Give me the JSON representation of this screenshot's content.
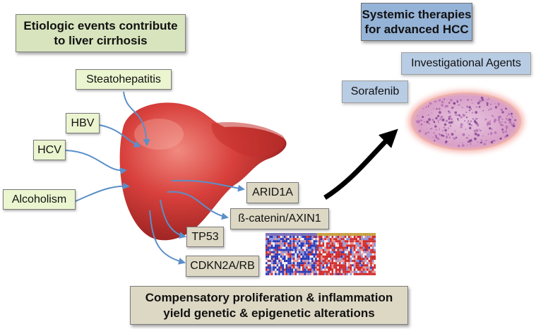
{
  "etiology_title": [
    "Etiologic events  contribute",
    "to liver cirrhosis"
  ],
  "etiologies": {
    "steatohepatitis": "Steatohepatitis",
    "hbv": "HBV",
    "hcv": "HCV",
    "alcoholism": "Alcoholism"
  },
  "alterations": {
    "arid1a": "ARID1A",
    "catenin": "ß-catenin/AXIN1",
    "tp53": "TP53",
    "cdkn2a": "CDKN2A/RB"
  },
  "therapy_title": [
    "Systemic therapies",
    "for advanced HCC"
  ],
  "therapies": {
    "investigational": "Investigational Agents",
    "sorafenib": "Sorafenib"
  },
  "bottom_title": [
    "Compensatory proliferation & inflammation",
    "yield genetic & epigenetic alterations"
  ],
  "colors": {
    "liver": "#d8403c",
    "arrow": "#5b8fc9",
    "big_arrow": "#000000",
    "heatmap_high": "#d03030",
    "heatmap_low": "#3040c0",
    "histology": "#d9a0c8"
  }
}
